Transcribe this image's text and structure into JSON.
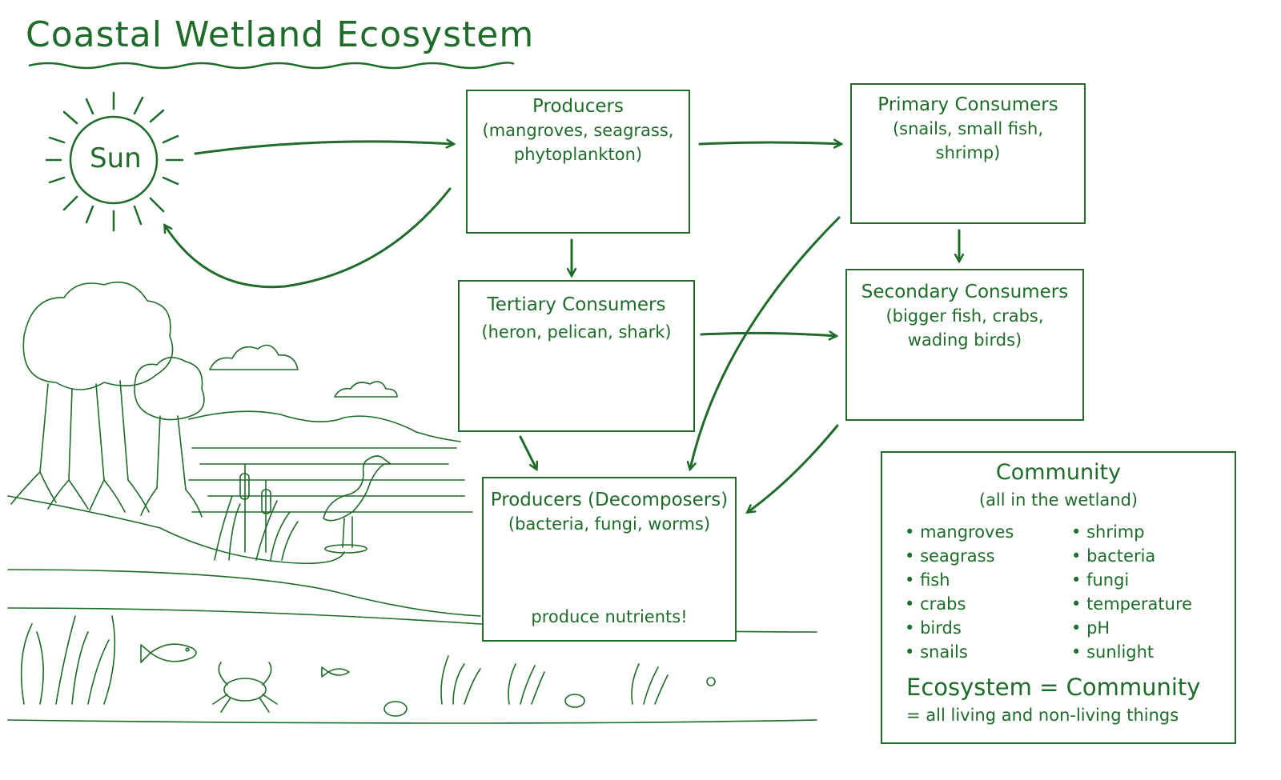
{
  "title": "Coastal Wetland Ecosystem",
  "sun": {
    "label": "Sun"
  },
  "producers": {
    "heading": "Producers",
    "detail_line1": "(mangroves, seagrass,",
    "detail_line2": "phytoplankton)"
  },
  "primary": {
    "heading": "Primary Consumers",
    "detail_line1": "(snails, small fish,",
    "detail_line2": "shrimp)"
  },
  "tertiary": {
    "heading": "Tertiary Consumers",
    "detail": "(heron, pelican, shark)"
  },
  "secondary": {
    "heading": "Secondary Consumers",
    "detail_line1": "(bigger fish, crabs,",
    "detail_line2": "wading birds)"
  },
  "decomposers": {
    "heading": "Producers (Decomposers)",
    "detail": "(bacteria, fungi, worms)",
    "note": "produce nutrients!"
  },
  "community": {
    "heading": "Community",
    "subheading": "(all in the wetland)",
    "col1": [
      "mangroves",
      "seagrass",
      "fish",
      "crabs",
      "birds",
      "snails"
    ],
    "col2": [
      "shrimp",
      "bacteria",
      "fungi",
      "temperature",
      "pH",
      "sunlight"
    ],
    "equation": "Ecosystem = Community",
    "equation_line2": "= all living and non-living things"
  },
  "colors": {
    "ink": "#1e6b2a",
    "background": "#ffffff"
  }
}
